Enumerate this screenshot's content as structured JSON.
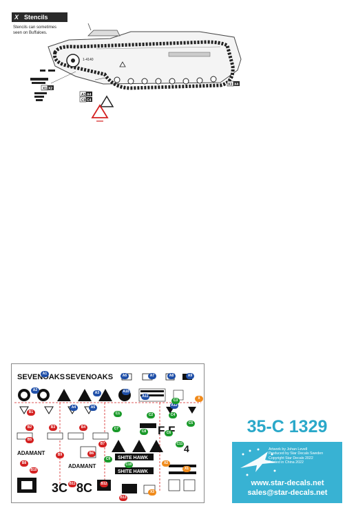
{
  "stencils": {
    "letter": "X",
    "title": "Stencils",
    "note_line1": "Stencils can sometimes",
    "note_line2": "seen on Buffaloes."
  },
  "vehicle_labels": {
    "x1": "X1",
    "x1_alt": "X2",
    "a3": "A3",
    "a3_alt": "A4",
    "c9": "C9",
    "c9_alt": "C4",
    "x3": "X3",
    "x3_alt": "X4",
    "hull_text": "1-4140"
  },
  "product": {
    "code": "35-C 1329",
    "credit1": "Artwork by Johan Levell",
    "credit2": "Produced by Star Decals Sweden",
    "credit3": "Copyright Star Decals 2022",
    "credit4": "Printed in China 2022",
    "website": "www.star-decals.net",
    "email": "sales@star-decals.net"
  },
  "sheet": {
    "sevenoaks": "SEVENOAKS",
    "adamant": "ADAMANT",
    "shite_hawk": "SHITE HAWK",
    "markers": [
      "A1",
      "A2",
      "A3",
      "A4",
      "A5",
      "A6",
      "A7",
      "A8",
      "A9",
      "A10",
      "A11",
      "A12",
      "B1",
      "B2",
      "B3",
      "B4",
      "B5",
      "B6",
      "B7",
      "B8",
      "B9",
      "B10",
      "B11",
      "B12",
      "B13",
      "C1",
      "C2",
      "C3",
      "C4",
      "C5",
      "C6",
      "C7",
      "C8",
      "C9",
      "C10",
      "C11",
      "X",
      "X1",
      "X2",
      "X3"
    ]
  },
  "colors": {
    "brand_blue": "#38b2d3",
    "marker_blue": "#1f4fa8",
    "marker_red": "#d42020",
    "marker_green": "#1a9a2a",
    "marker_orange": "#f08a1a"
  }
}
